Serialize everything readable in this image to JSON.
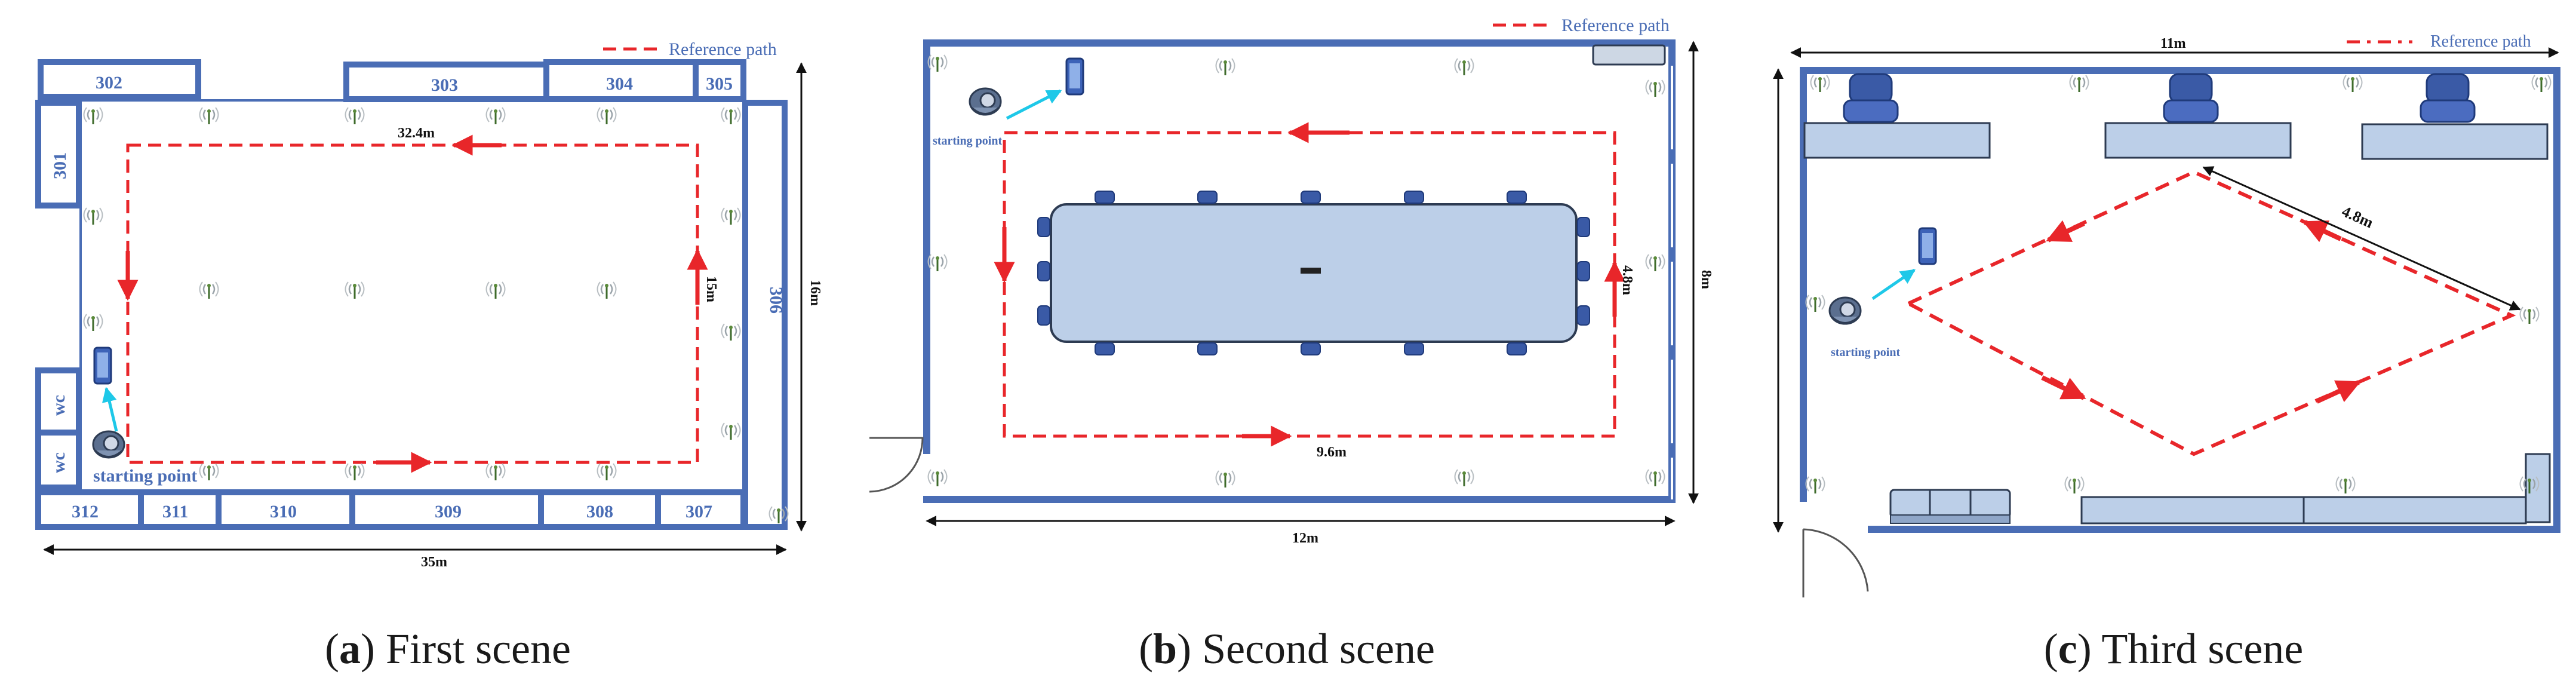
{
  "colors": {
    "wall": "#4a6db5",
    "room_fill": "#ffffff",
    "reference_path": "#e8262a",
    "arrow": "#e8262a",
    "table_fill": "#bccfe8",
    "dimension": "#111111",
    "label": "#4a6db5",
    "cyan_link": "#1ec8e8",
    "node_green": "#5a8a3a"
  },
  "legend": {
    "label": "Reference path"
  },
  "scene_a": {
    "caption_letter": "a",
    "caption_text": "First scene",
    "rooms": [
      "302",
      "303",
      "304",
      "305",
      "301",
      "306",
      "wc",
      "wc",
      "312",
      "311",
      "310",
      "309",
      "308",
      "307"
    ],
    "path_length_label": "32.4m",
    "path_height_label": "15m",
    "width_label": "35m",
    "height_label": "16m",
    "start_label": "starting point"
  },
  "scene_b": {
    "caption_letter": "b",
    "caption_text": "Second scene",
    "path_length_label": "9.6m",
    "path_height_label": "4.8m",
    "width_label": "12m",
    "height_label": "8m",
    "start_label": "starting point"
  },
  "scene_c": {
    "caption_letter": "c",
    "caption_text": "Third scene",
    "diamond_label": "4.8m",
    "width_label": "11m",
    "start_label": "starting point"
  }
}
